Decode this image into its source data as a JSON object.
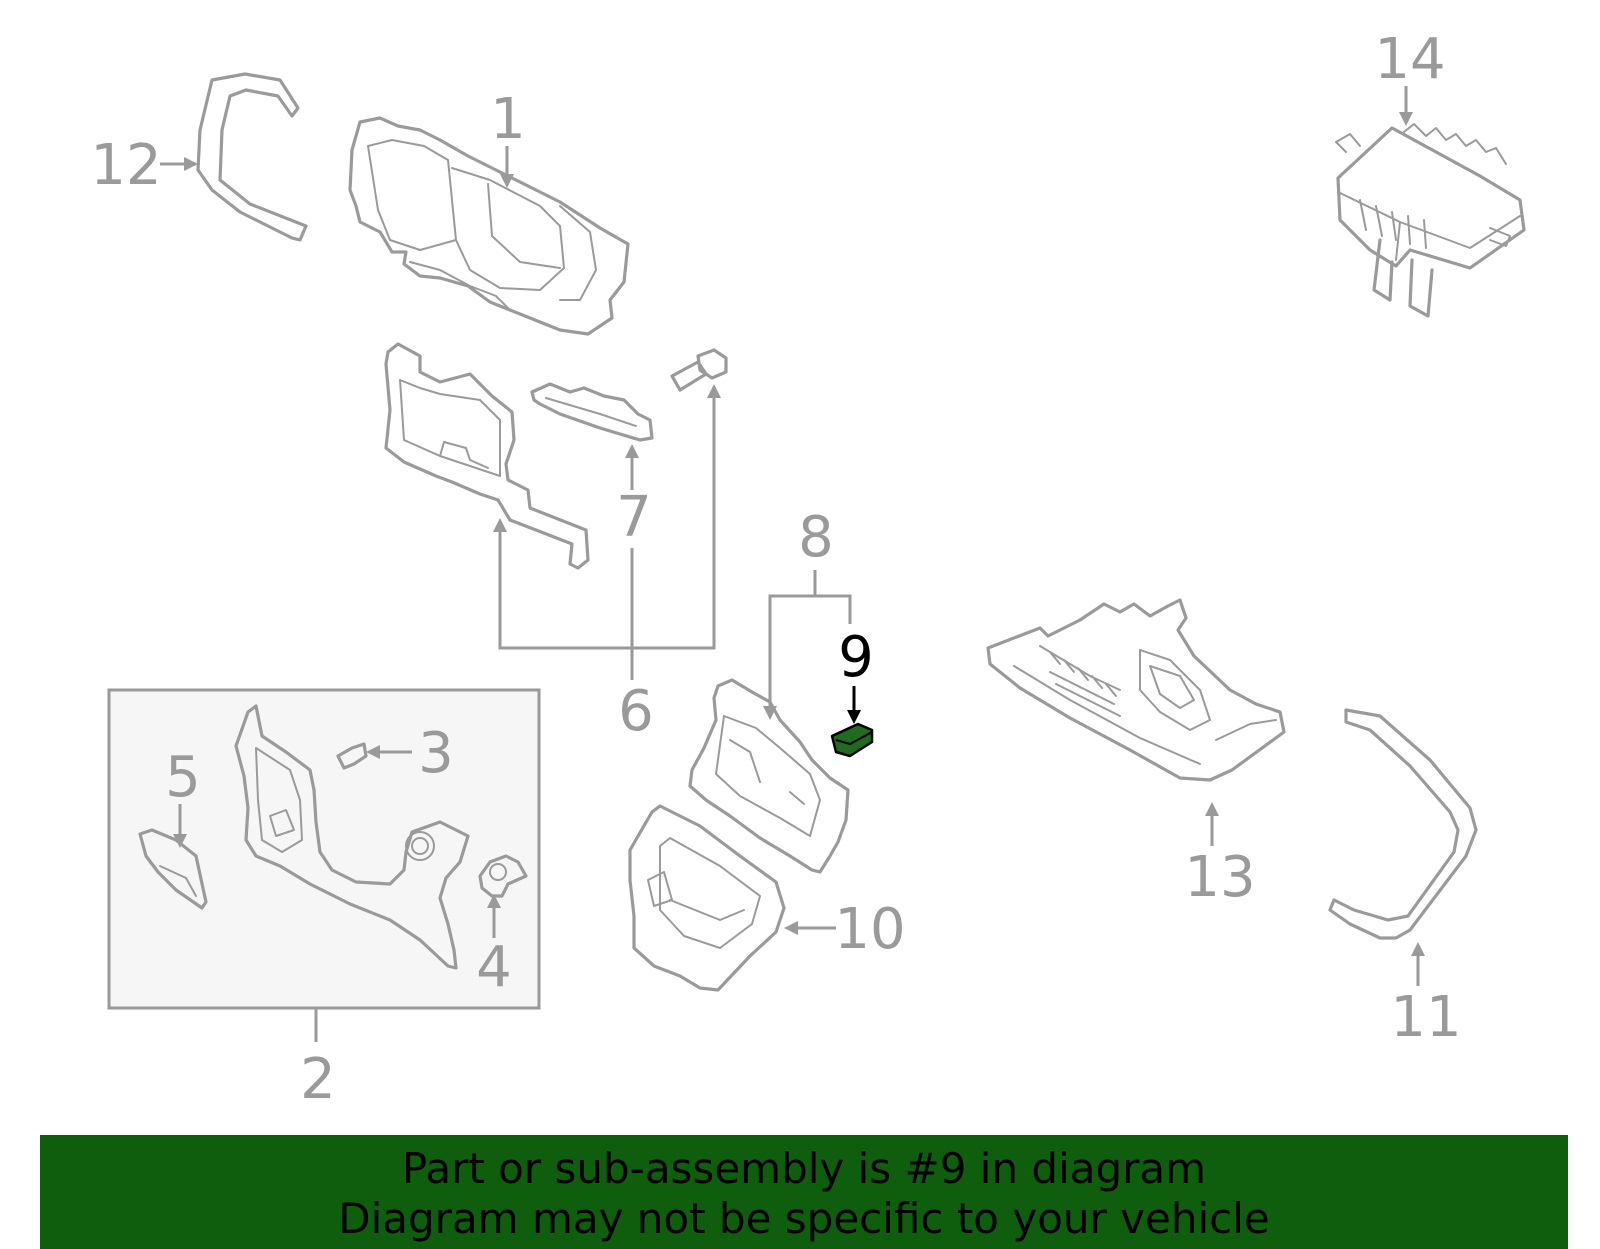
{
  "colors": {
    "line": "#9a9a9a",
    "highlight_part": "#1f6b1f",
    "highlight_text": "#000000",
    "banner_bg": "#0e5e0e",
    "box_fill": "#f6f6f6"
  },
  "diagram": {
    "highlighted_callout": "9",
    "callouts": {
      "c1": "1",
      "c2": "2",
      "c3": "3",
      "c4": "4",
      "c5": "5",
      "c6": "6",
      "c7": "7",
      "c8": "8",
      "c9": "9",
      "c10": "10",
      "c11": "11",
      "c12": "12",
      "c13": "13",
      "c14": "14"
    }
  },
  "banner": {
    "line1": "Part or sub-assembly is #9 in diagram",
    "line2": "Diagram may not be specific to your vehicle"
  }
}
